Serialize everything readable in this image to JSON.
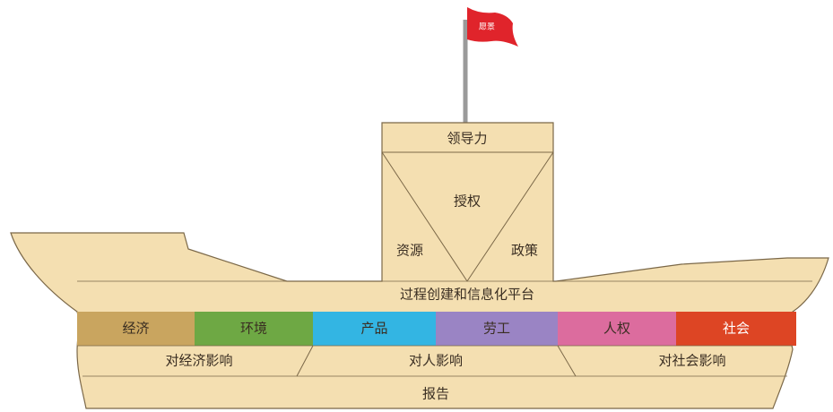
{
  "flag": {
    "label": "愿景",
    "color": "#e0242b"
  },
  "tower": {
    "top_label": "领导力",
    "center_label": "授权",
    "left_label": "资源",
    "right_label": "政策"
  },
  "platform_label": "过程创建和信息化平台",
  "bands": [
    {
      "label": "经济",
      "color": "#c9a55f",
      "text_color": "#3a2e22"
    },
    {
      "label": "环境",
      "color": "#6ea844",
      "text_color": "#3a2e22"
    },
    {
      "label": "产品",
      "color": "#33b5e3",
      "text_color": "#3a2e22"
    },
    {
      "label": "劳工",
      "color": "#9a84c4",
      "text_color": "#3a2e22"
    },
    {
      "label": "人权",
      "color": "#dc6c9e",
      "text_color": "#3a2e22"
    },
    {
      "label": "社会",
      "color": "#dd4524",
      "text_color": "#ffffff"
    }
  ],
  "impacts": [
    {
      "label": "对经济影响"
    },
    {
      "label": "对人影响"
    },
    {
      "label": "对社会影响"
    }
  ],
  "keel_label": "报告",
  "colors": {
    "hull": "#f4dfb1",
    "outline": "#7b6848",
    "mast": "#9a9a9a"
  }
}
